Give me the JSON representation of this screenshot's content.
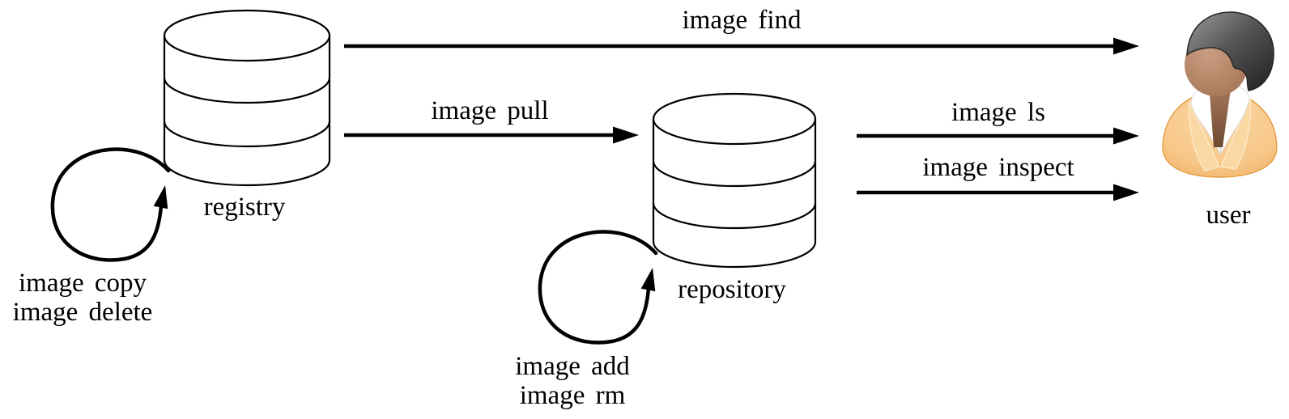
{
  "nodes": {
    "registry": {
      "label": "registry",
      "type": "database"
    },
    "repository": {
      "label": "repository",
      "type": "database"
    },
    "user": {
      "label": "user",
      "type": "person"
    }
  },
  "edges": {
    "find": {
      "label": "image find",
      "from": "registry",
      "to": "user"
    },
    "pull": {
      "label": "image pull",
      "from": "registry",
      "to": "repository"
    },
    "ls": {
      "label": "image ls",
      "from": "repository",
      "to": "user"
    },
    "inspect": {
      "label": "image inspect",
      "from": "repository",
      "to": "user"
    },
    "registry_loop": {
      "line1": "image copy",
      "line2": "image delete",
      "from": "registry",
      "to": "registry"
    },
    "repository_loop": {
      "line1": "image add",
      "line2": "image rm",
      "from": "repository",
      "to": "repository"
    }
  },
  "colors": {
    "background": "#ffffff",
    "line": "#000000",
    "hair": "#3f3f3f",
    "skin": "#b28165",
    "jacket": "#f6c386",
    "shirt": "#ffffff"
  }
}
